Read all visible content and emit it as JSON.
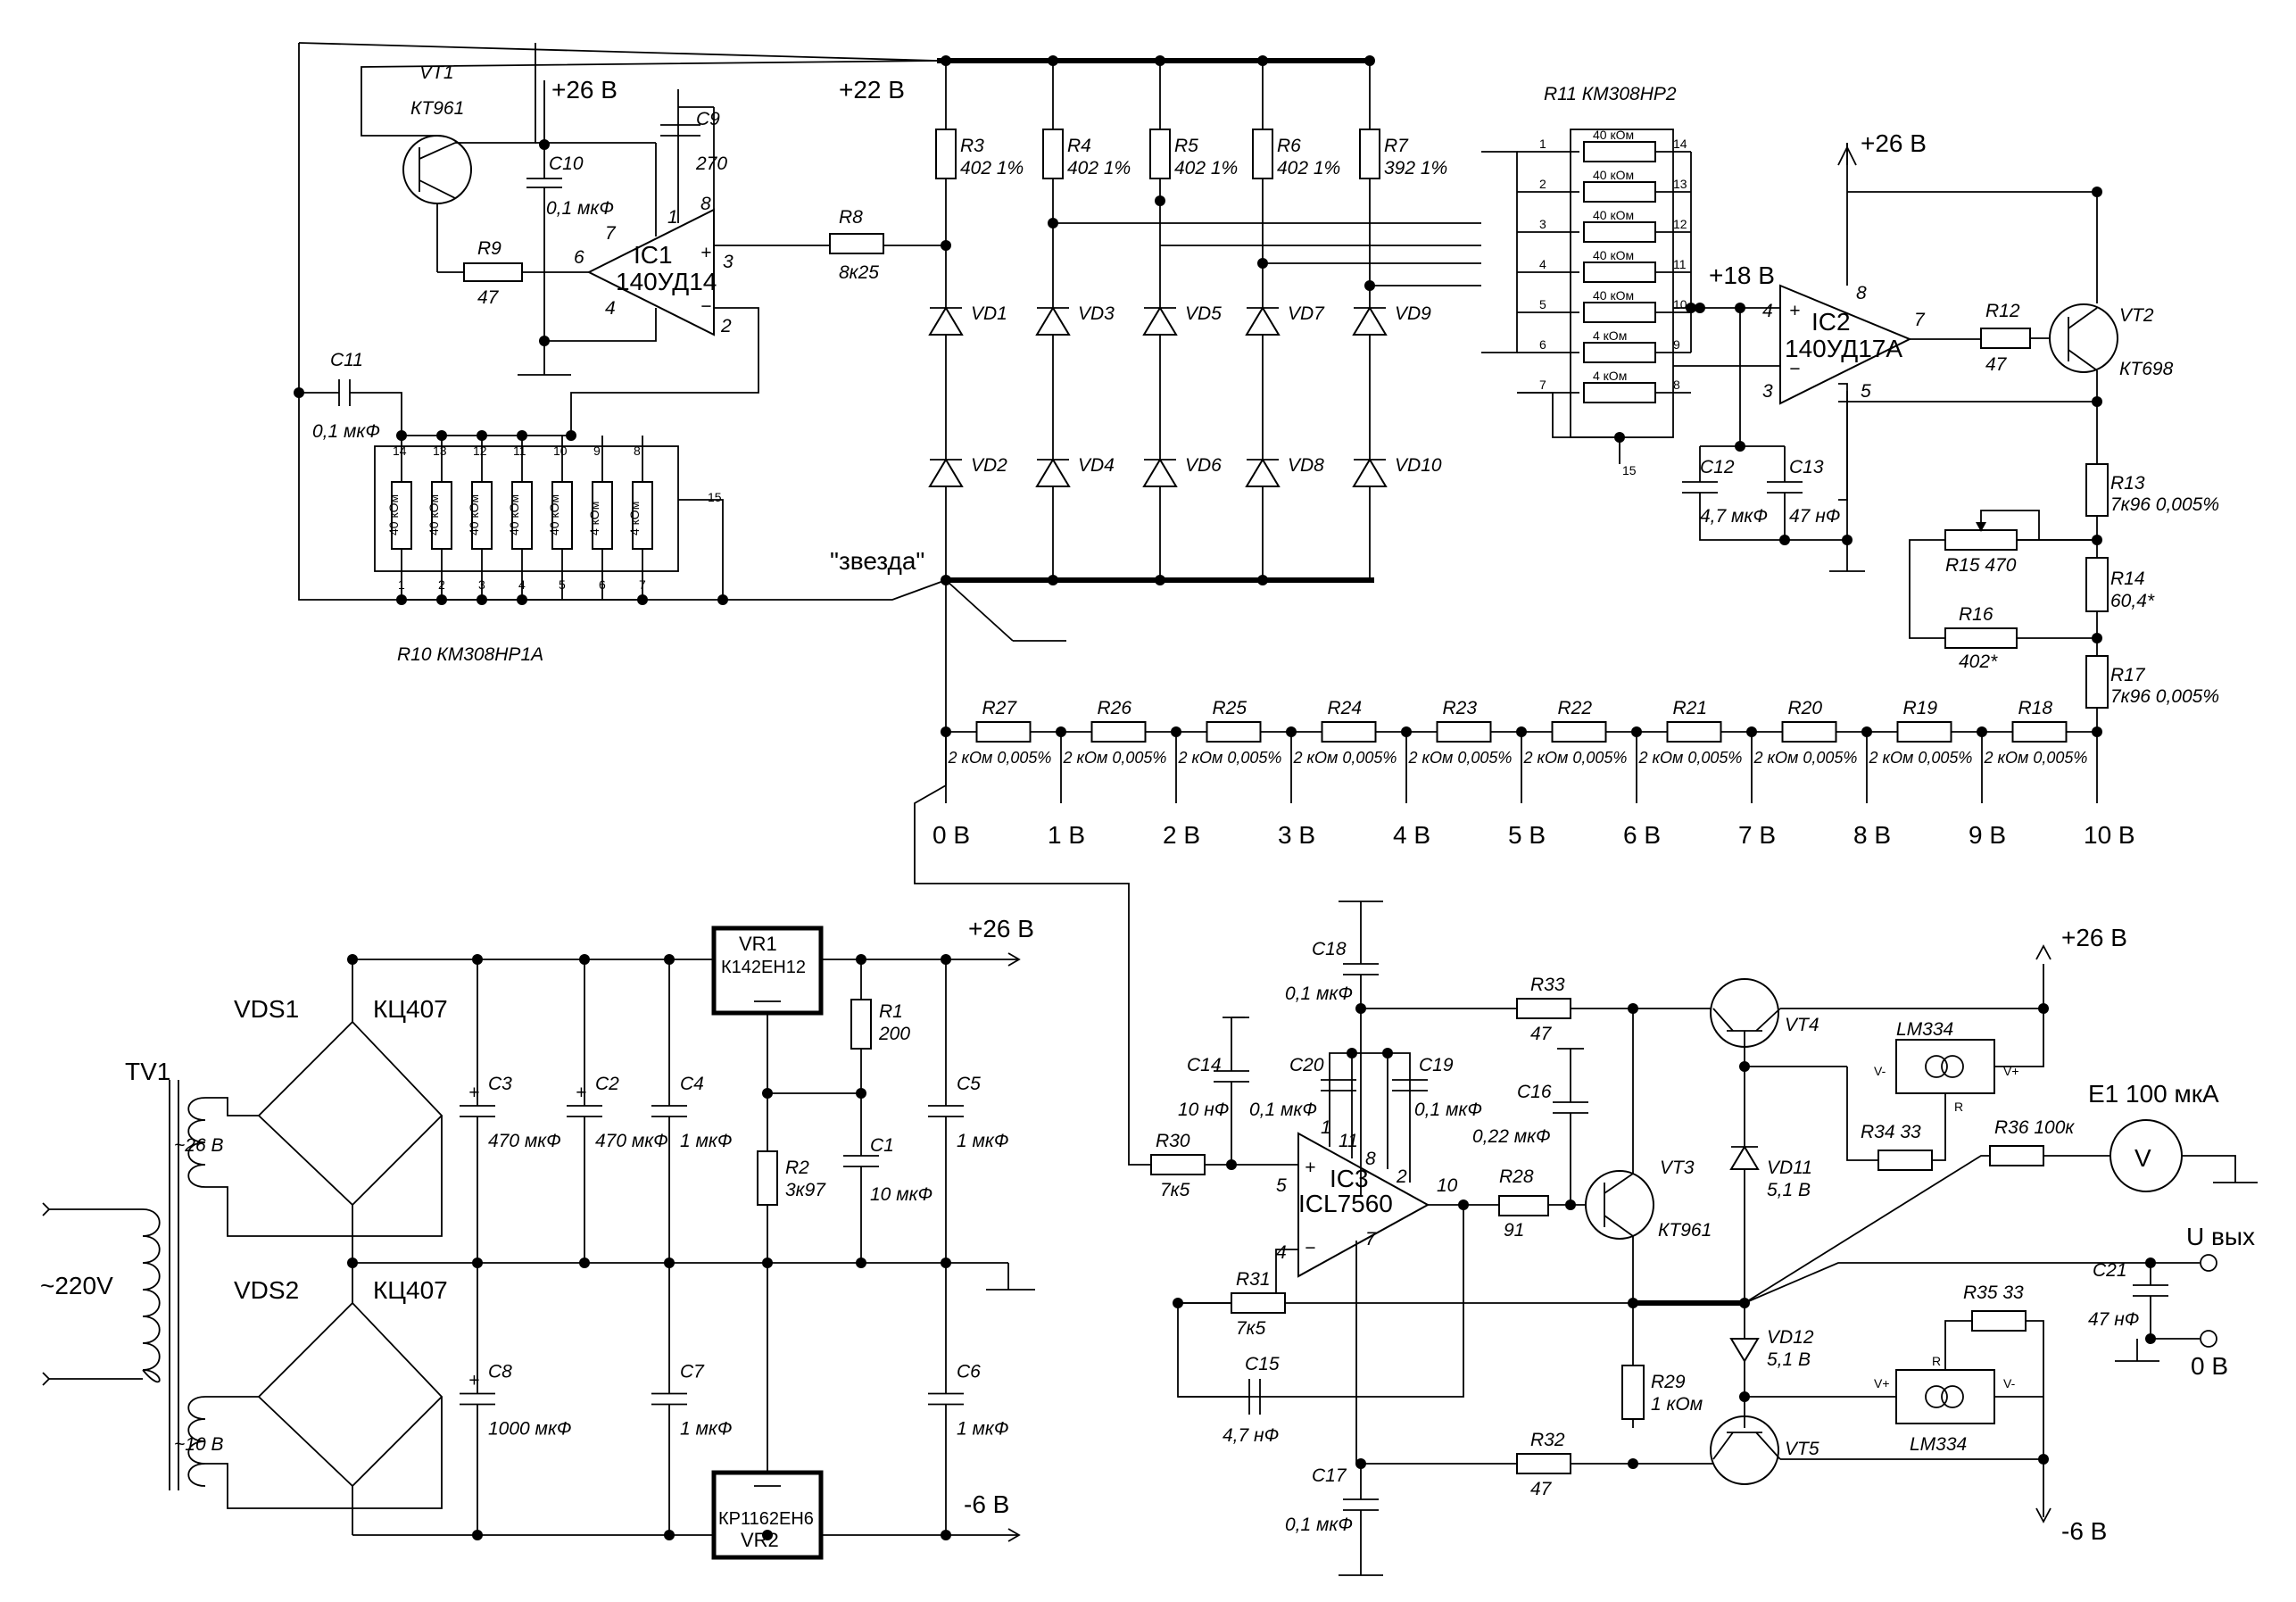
{
  "reference": {
    "title": "0 – 10 V voltage reference with precision divider",
    "upper_supply": "+26 В",
    "lower_supply": "-6 В",
    "ref_rail": "+22 В",
    "mid_rail": "+18 В",
    "star_ground": "\"звезда\""
  },
  "ic1": {
    "ref": "IC1",
    "type": "140УД14",
    "pins": [
      "1",
      "8",
      "7",
      "6",
      "4",
      "3",
      "2"
    ]
  },
  "ic2": {
    "ref": "IC2",
    "type": "140УД17А",
    "pins": [
      "8",
      "7",
      "4",
      "3",
      "5"
    ]
  },
  "ic3": {
    "ref": "IC3",
    "type": "ICL7560",
    "pins": [
      "5",
      "11",
      "8",
      "2",
      "10",
      "4",
      "7",
      "1"
    ]
  },
  "transistors": {
    "vt1": {
      "ref": "VT1",
      "type": "КТ961"
    },
    "vt2": {
      "ref": "VT2",
      "type": "КТ698"
    },
    "vt3": {
      "ref": "VT3",
      "type": "КТ961"
    },
    "vt4": {
      "ref": "VT4"
    },
    "vt5": {
      "ref": "VT5"
    }
  },
  "capacitors": {
    "c9": {
      "ref": "C9",
      "value": "270"
    },
    "c10": {
      "ref": "C10",
      "value": "0,1 мкФ"
    },
    "c11": {
      "ref": "C11",
      "value": "0,1 мкФ"
    },
    "c12": {
      "ref": "C12",
      "value": "4,7 мкФ"
    },
    "c13": {
      "ref": "C13",
      "value": "47 нФ"
    },
    "c14": {
      "ref": "C14",
      "value": "10 нФ"
    },
    "c15": {
      "ref": "C15",
      "value": "4,7 нФ"
    },
    "c16": {
      "ref": "C16",
      "value": "0,22 мкФ"
    },
    "c17": {
      "ref": "C17",
      "value": "0,1 мкФ"
    },
    "c18": {
      "ref": "C18",
      "value": "0,1 мкФ"
    },
    "c19": {
      "ref": "C19",
      "value": "0,1 мкФ"
    },
    "c20": {
      "ref": "C20",
      "value": "0,1 мкФ"
    },
    "c21": {
      "ref": "C21",
      "value": "47 нФ"
    },
    "c1": {
      "ref": "C1",
      "value": "10 мкФ"
    },
    "c2": {
      "ref": "C2",
      "value": "470 мкФ"
    },
    "c3": {
      "ref": "C3",
      "value": "470 мкФ"
    },
    "c4": {
      "ref": "C4",
      "value": "1 мкФ"
    },
    "c5": {
      "ref": "C5",
      "value": "1 мкФ"
    },
    "c6": {
      "ref": "C6",
      "value": "1 мкФ"
    },
    "c7": {
      "ref": "C7",
      "value": "1 мкФ"
    },
    "c8": {
      "ref": "C8",
      "value": "1000 мкФ"
    }
  },
  "resistors": {
    "r8": {
      "ref": "R8",
      "value": "8к25"
    },
    "r9": {
      "ref": "R9",
      "value": "47"
    },
    "r12": {
      "ref": "R12",
      "value": "47"
    },
    "r13": {
      "ref": "R13",
      "value": "7к96 0,005%"
    },
    "r14": {
      "ref": "R14",
      "value": "60,4*"
    },
    "r15": {
      "ref": "R15",
      "value": "470"
    },
    "r16": {
      "ref": "R16",
      "value": "402*"
    },
    "r17": {
      "ref": "R17",
      "value": "7к96 0,005%"
    },
    "r1": {
      "ref": "R1",
      "value": "200"
    },
    "r2": {
      "ref": "R2",
      "value": "3к97"
    },
    "r28": {
      "ref": "R28",
      "value": "91"
    },
    "r29": {
      "ref": "R29",
      "value": "1 кОм"
    },
    "r30": {
      "ref": "R30",
      "value": "7к5"
    },
    "r31": {
      "ref": "R31",
      "value": "7к5"
    },
    "r32": {
      "ref": "R32",
      "value": "47"
    },
    "r33": {
      "ref": "R33",
      "value": "47"
    },
    "r34": {
      "ref": "R34",
      "value": "33"
    },
    "r35": {
      "ref": "R35",
      "value": "33"
    },
    "r36": {
      "ref": "R36",
      "value": "100к"
    }
  },
  "bank": [
    {
      "ref": "R3",
      "value": "402 1%",
      "d_top": "VD1",
      "d_bot": "VD2"
    },
    {
      "ref": "R4",
      "value": "402 1%",
      "d_top": "VD3",
      "d_bot": "VD4"
    },
    {
      "ref": "R5",
      "value": "402 1%",
      "d_top": "VD5",
      "d_bot": "VD6"
    },
    {
      "ref": "R6",
      "value": "402 1%",
      "d_top": "VD7",
      "d_bot": "VD8"
    },
    {
      "ref": "R7",
      "value": "392 1%",
      "d_top": "VD9",
      "d_bot": "VD10"
    }
  ],
  "r10": {
    "title": "R10   КМ308НР1А",
    "values": [
      "40 кОм",
      "40 кОм",
      "40 кОм",
      "40 кОм",
      "40 кОм",
      "4 кОм",
      "4 кОм"
    ],
    "pins_top": [
      "14",
      "13",
      "12",
      "11",
      "10",
      "9",
      "8"
    ],
    "pins_bottom": [
      "1",
      "2",
      "3",
      "4",
      "5",
      "6",
      "7"
    ],
    "pin_extra": "15"
  },
  "r11": {
    "title": "R11  КМ308НР2",
    "values": [
      "40 кОм",
      "40 кОм",
      "40 кОм",
      "40 кОм",
      "40 кОм",
      "4 кОм",
      "4 кОм"
    ],
    "pins_left": [
      "1",
      "2",
      "3",
      "4",
      "5",
      "6",
      "7"
    ],
    "pins_right": [
      "14",
      "13",
      "12",
      "11",
      "10",
      "9",
      "8"
    ],
    "pin_extra": "15"
  },
  "divider": {
    "resistors": [
      {
        "ref": "R27",
        "value": "2 кОм 0,005%"
      },
      {
        "ref": "R26",
        "value": "2 кОм 0,005%"
      },
      {
        "ref": "R25",
        "value": "2 кОм 0,005%"
      },
      {
        "ref": "R24",
        "value": "2 кОм 0,005%"
      },
      {
        "ref": "R23",
        "value": "2 кОм 0,005%"
      },
      {
        "ref": "R22",
        "value": "2 кОм 0,005%"
      },
      {
        "ref": "R21",
        "value": "2 кОм 0,005%"
      },
      {
        "ref": "R20",
        "value": "2 кОм 0,005%"
      },
      {
        "ref": "R19",
        "value": "2 кОм 0,005%"
      },
      {
        "ref": "R18",
        "value": "2 кОм 0,005%"
      }
    ],
    "taps": [
      "0 В",
      "1 В",
      "2 В",
      "3 В",
      "4 В",
      "5 В",
      "6 В",
      "7 В",
      "8 В",
      "9 В",
      "10 В"
    ]
  },
  "psu": {
    "transformer": "TV1",
    "mains": "~220V",
    "winding1": "~26 В",
    "winding2": "~10 В",
    "vds1": "VDS1",
    "vds2": "VDS2",
    "bridge_type": "КЦ407",
    "vr1_ref": "VR1",
    "vr1_type": "К142ЕН12",
    "vr2_ref": "VR2",
    "vr2_type": "КР1162ЕН6",
    "out_pos": "+26 В",
    "out_neg": "-6 В"
  },
  "output": {
    "vd11": {
      "ref": "VD11",
      "value": "5,1 В"
    },
    "vd12": {
      "ref": "VD12",
      "value": "5,1 В"
    },
    "lm": "LM334",
    "lm_pins": [
      "V-",
      "R",
      "V+"
    ],
    "meter": "E1 100 мкА",
    "meter_symbol": "V",
    "uout": "U вых",
    "zero": "0 В"
  }
}
